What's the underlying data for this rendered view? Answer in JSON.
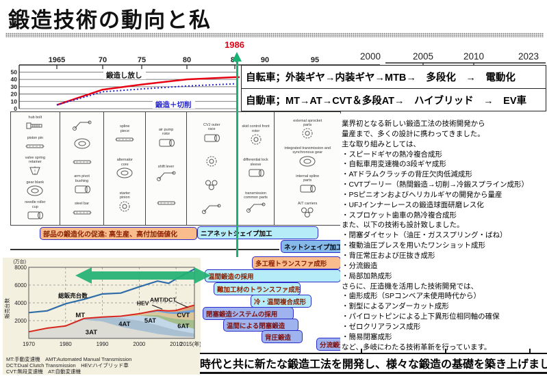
{
  "slide": {
    "title": "鍛造技術の動向と私",
    "bottom_banner": "時代と共に新たな鍛造工法を開発し、様々な鍛造の基礎を築き上げました"
  },
  "colors": {
    "accent_green": "#17b274",
    "marker_red": "#e60012",
    "box_border_blue": "#2b2bcb",
    "salmon_box": "#f9bd8d",
    "cyan_box": "#b5ecf8",
    "periwinkle_box": "#9fb4ee",
    "mid_blue_box": "#85b9e9",
    "chart_background_cream": "#f4f0e0"
  },
  "timeline": {
    "marker_year": "1986",
    "old_ticks": [
      "1965",
      "70",
      "75",
      "80",
      "85",
      "90",
      "95"
    ],
    "new_ticks": [
      "2000",
      "2005",
      "2010",
      "2023"
    ],
    "rows": [
      "自転車；外装ギヤ→内装ギヤ→MTB→　多段化　→　電動化",
      "自動車；MT→AT→CVT＆多段AT→　ハイブリッド　→　EV車"
    ]
  },
  "process_boxes": [
    {
      "label": "部品の鍛造化の促進: 高生産、高付加価値化"
    },
    {
      "label": "ニアネットシェイプ加工"
    },
    {
      "label": "ネットシェイプ加工"
    },
    {
      "label": "多工程トランスファ成形"
    },
    {
      "label": "温間鍛造の採用"
    },
    {
      "label": "難加工材のトランスファ成形"
    },
    {
      "label": "冷・温間複合成形"
    },
    {
      "label": "閉塞鍛造システムの採用"
    },
    {
      "label": "温間による閉塞鍛造"
    },
    {
      "label": "背圧鍛造"
    },
    {
      "label": "分流鍛造"
    }
  ],
  "right_panel": {
    "lines": [
      "業界初となる新しい鍛造工法の技術開発から",
      "量産まで、多くの設計に携わってきました。",
      "主な取り組みとしては、",
      "・スピードギヤの熱冷複合成形",
      "・自転車用変速機の3段ギヤ成形",
      "・ATドラムクラッチの背圧欠肉低減成形",
      "・CVTプーリー（熱間鍛造→切削→冷鍛スプライン成形）",
      "・PSピニオンおよびヘリカルギヤの開発から量産",
      "・UFJインナーレースの鍛造球面研磨レス化",
      "・スプロケット歯車の熱冷複合成形",
      "また、以下の技術も設計致しました。",
      "・閉塞ダイセット（油圧・ガススプリング・ばね）",
      "・複動油圧プレスを用いたワンショット成形",
      "・背圧常圧および圧抜き成形",
      "・分流鍛造",
      "・局部加熱成形",
      "さらに、圧造機を活用した技術開発では、",
      "・歯形成形（SPコンベア未使用時代から）",
      "・割型によるアンダーカット成形",
      "・パイロットピンによる上下異形位相同軸の確保",
      "・ゼロクリアランス成形",
      "・簡易閉塞成形",
      "など、多岐にわたる技術革新を行っています。"
    ]
  },
  "parts_panel": {
    "columns": [
      {
        "parts": [
          {
            "label": "hub bolt",
            "glyph": "bolt"
          },
          {
            "label": "piston pin",
            "glyph": "rod"
          },
          {
            "label": "valve spring retainer",
            "glyph": "cone"
          },
          {
            "label": "gear blank",
            "glyph": "ring"
          },
          {
            "label": "needle roller cup",
            "glyph": "cyl"
          }
        ]
      },
      {
        "parts": [
          {
            "label": "",
            "glyph": "lever"
          },
          {
            "label": "",
            "glyph": "ring"
          },
          {
            "label": "",
            "glyph": "rod"
          },
          {
            "label": "arm pivot bushing",
            "glyph": "cyl"
          },
          {
            "label": "steel bar",
            "glyph": "rod"
          }
        ]
      },
      {
        "parts": [
          {
            "label": "spline piece",
            "glyph": "rod"
          },
          {
            "label": "alternator core",
            "glyph": "ring"
          },
          {
            "label": "starter pinion",
            "glyph": "gear"
          }
        ]
      },
      {
        "parts": [
          {
            "label": "air pump rotor",
            "glyph": "cyl"
          },
          {
            "label": "shift lever",
            "glyph": "lever"
          },
          {
            "label": "",
            "glyph": "rod"
          }
        ]
      },
      {
        "parts": [
          {
            "label": "CVJ outer race",
            "glyph": "cyl"
          },
          {
            "label": "",
            "glyph": "gear"
          },
          {
            "label": "",
            "glyph": "cluster"
          },
          {
            "label": "",
            "glyph": "lever"
          }
        ]
      },
      {
        "parts": [
          {
            "label": "skid control front rotor",
            "glyph": "gear"
          },
          {
            "label": "differential lock sleeve",
            "glyph": "cyl"
          },
          {
            "label": "transmission common parts",
            "glyph": "lever"
          }
        ]
      },
      {
        "parts": [
          {
            "label": "external sprocket parts",
            "glyph": "gear"
          },
          {
            "label": "integrated transmission and synchronous gear",
            "glyph": "ring"
          },
          {
            "label": "internal spline parts",
            "glyph": "cyl"
          },
          {
            "label": "A/T carriers",
            "glyph": "cluster"
          }
        ]
      }
    ]
  },
  "chart_data": [
    {
      "name": "forging_rate_trend",
      "type": "line",
      "x_years": [
        1965,
        1970,
        1975,
        1980,
        1985
      ],
      "x_ticks": [
        "1965",
        "70",
        "75",
        "80",
        "85",
        "90",
        "95"
      ],
      "ylim": [
        0,
        50
      ],
      "yticks": [
        0,
        10,
        20,
        30,
        40,
        50
      ],
      "grid": true,
      "series": [
        {
          "name": "鍛造し放し",
          "color": "#e60012",
          "style": "solid",
          "values": [
            5,
            26,
            33,
            40,
            43
          ]
        },
        {
          "name": "鍛造＋切削",
          "color": "#2424cc",
          "style": "dotted",
          "values": [
            5,
            23,
            27,
            31,
            34
          ]
        }
      ]
    },
    {
      "name": "transmission_sales",
      "type": "stacked_area_line",
      "unit_label": "(万台)",
      "ylabel": "販売台数",
      "ylim": [
        0,
        8000
      ],
      "yticks": [
        2000,
        4000,
        6000,
        8000
      ],
      "x": [
        1970,
        1975,
        1980,
        1985,
        1990,
        1995,
        2000,
        2005,
        2008,
        2010,
        2015
      ],
      "xticks": [
        "1970",
        "1980",
        "1990",
        "2000",
        "2010",
        "2015(年)"
      ],
      "xtick_years": [
        1970,
        1980,
        1990,
        2000,
        2010,
        2015
      ],
      "total_line": {
        "name": "総販売台数",
        "color": "#2e6da8",
        "values": [
          2900,
          3100,
          3900,
          4400,
          5000,
          5100,
          5800,
          6450,
          6200,
          6700,
          7800
        ]
      },
      "stack_top_color": "#d9261c",
      "areas": [
        {
          "name": "3AT",
          "color": "#dcdcd4",
          "values": [
            750,
            1150,
            1300,
            2100,
            1900,
            1300,
            900,
            500,
            350,
            250,
            150
          ]
        },
        {
          "name": "4AT",
          "color": "#a9c0d2",
          "values": [
            0,
            0,
            100,
            150,
            500,
            1000,
            1100,
            1000,
            800,
            700,
            400
          ]
        },
        {
          "name": "5AT",
          "color": "#c2d8e8",
          "values": [
            0,
            0,
            0,
            0,
            0,
            150,
            550,
            900,
            750,
            700,
            500
          ]
        },
        {
          "name": "6AT",
          "color": "#a3bd8c",
          "values": [
            0,
            0,
            0,
            0,
            0,
            0,
            50,
            250,
            450,
            550,
            1000
          ]
        },
        {
          "name": "CVT",
          "color": "#dcc69c",
          "values": [
            0,
            0,
            0,
            0,
            0,
            50,
            150,
            350,
            450,
            550,
            900
          ]
        },
        {
          "name": "HEV",
          "color": "#6f9fd8",
          "values": [
            0,
            0,
            0,
            0,
            0,
            0,
            30,
            120,
            180,
            220,
            300
          ]
        },
        {
          "name": "AMT/DCT",
          "color": "#d8a87e",
          "values": [
            0,
            0,
            0,
            0,
            0,
            0,
            0,
            60,
            120,
            180,
            500
          ]
        }
      ],
      "labels": [
        {
          "text": "総販売台数",
          "year": 1982,
          "value": 4800,
          "size": 9
        },
        {
          "text": "MT",
          "year": 1984,
          "value": 2600,
          "size": 10
        },
        {
          "text": "3AT",
          "year": 1987,
          "value": 700,
          "size": 10
        },
        {
          "text": "4AT",
          "year": 1996,
          "value": 1600,
          "size": 10
        },
        {
          "text": "5AT",
          "year": 2003,
          "value": 2000,
          "size": 10
        },
        {
          "text": "6AT",
          "year": 2012,
          "value": 1400,
          "size": 10
        },
        {
          "text": "CVT",
          "year": 2012,
          "value": 2600,
          "size": 10
        },
        {
          "text": "HEV",
          "year": 2001,
          "value": 3950,
          "size": 9
        },
        {
          "text": "AMT/DCT",
          "year": 2006.5,
          "value": 4350,
          "size": 9
        }
      ],
      "arrows": [
        {
          "from": [
            2003.5,
            3750
          ],
          "to": [
            2006.3,
            3290
          ]
        },
        {
          "from": [
            2009.8,
            4150
          ],
          "to": [
            2013.2,
            3500
          ]
        }
      ],
      "legend_lines": [
        "MT:手動変速機　AMT:Automated Manual Transmission",
        "DCT:Dual Clutch Transmission　HEV:ハイブリッド車",
        "CVT:無段変速機　AT:自動変速機"
      ]
    }
  ]
}
